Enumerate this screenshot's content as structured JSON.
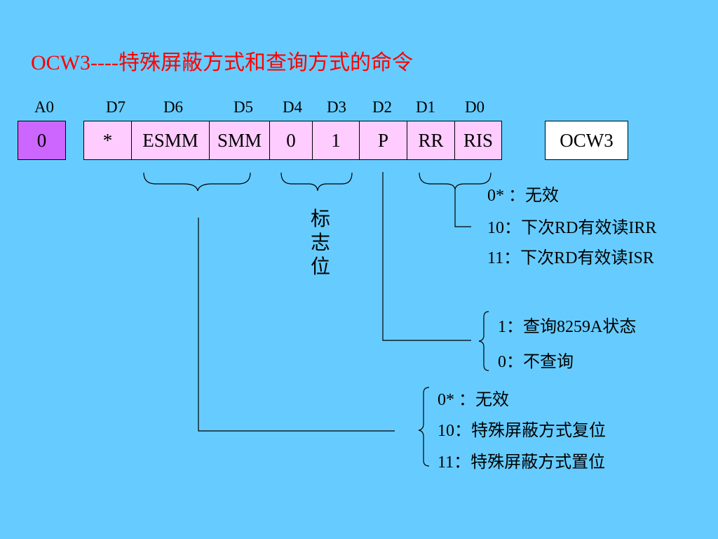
{
  "title": "OCW3----特殊屏蔽方式和查询方式的命令",
  "bit_labels": {
    "a0": "A0",
    "d7": "D7",
    "d6": "D6",
    "d5": "D5",
    "d4": "D4",
    "d3": "D3",
    "d2": "D2",
    "d1": "D1",
    "d0": "D0"
  },
  "cells": {
    "a0": "0",
    "d7": "*",
    "d6": "ESMM",
    "d5": "SMM",
    "d4": "0",
    "d3": "1",
    "d2": "P",
    "d1": "RR",
    "d0": "RIS"
  },
  "register_name": "OCW3",
  "flag_label": [
    "标",
    "志",
    "位"
  ],
  "rr_ris_notes": [
    "0* ：无效",
    "10：下次RD有效读IRR",
    "11：下次RD有效读ISR"
  ],
  "p_notes": [
    "1：查询8259A状态",
    "0：不查询"
  ],
  "smm_notes": [
    "0* ：无效",
    "10：特殊屏蔽方式复位",
    "11：特殊屏蔽方式置位"
  ],
  "colors": {
    "background": "#66ccff",
    "title": "#ff0000",
    "cell_pink": "#ffccff",
    "cell_a0": "#cc66ff",
    "cell_ocw3": "#ffffff"
  }
}
